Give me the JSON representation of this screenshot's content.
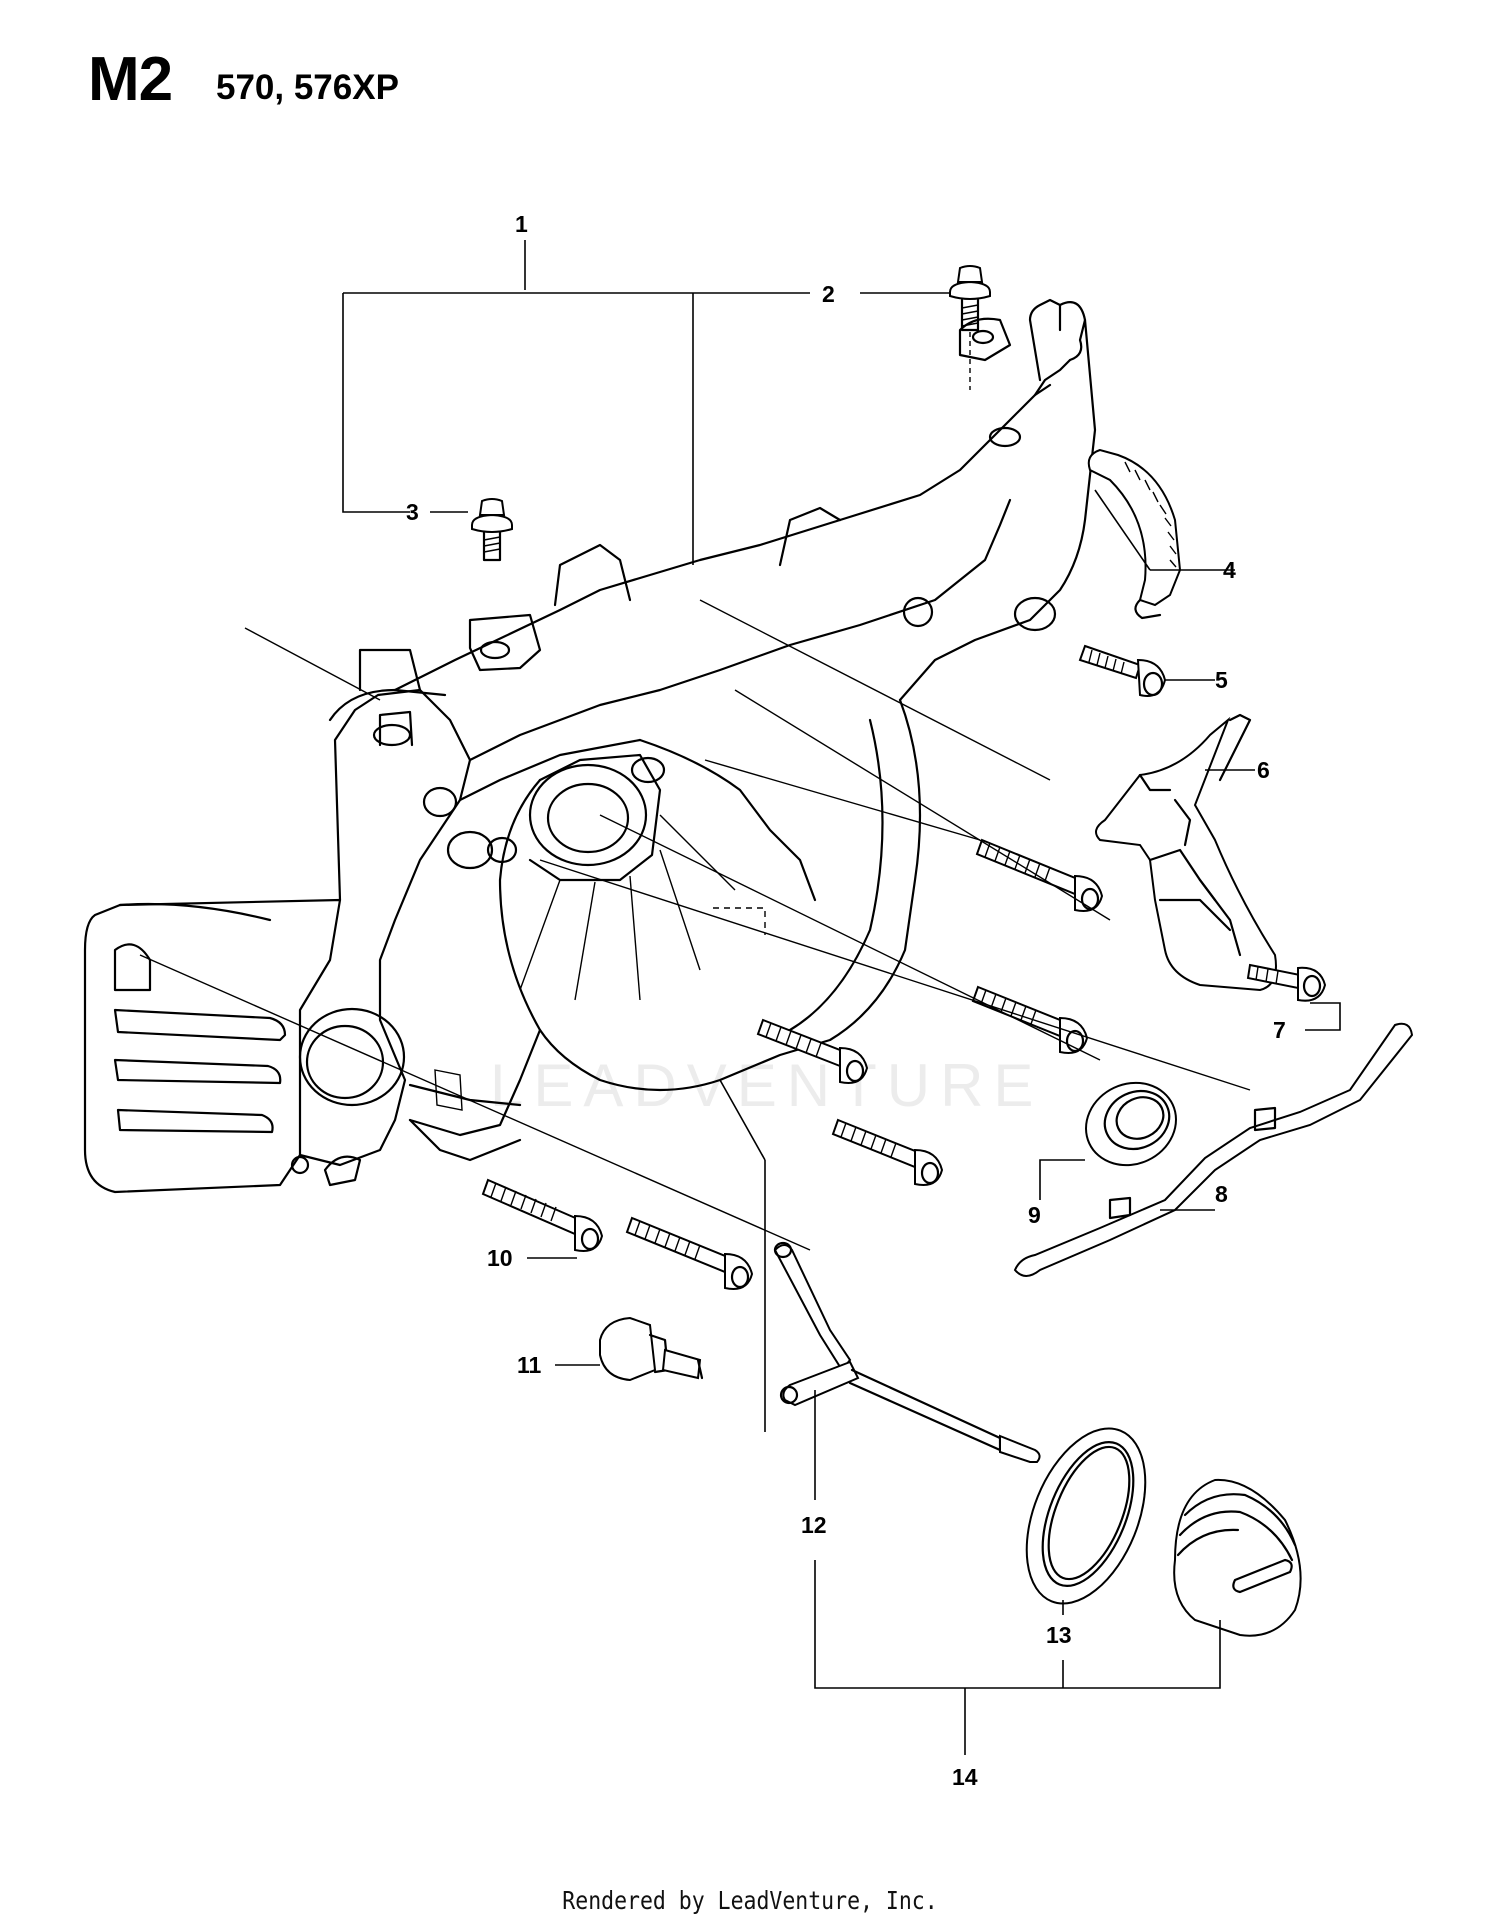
{
  "header": {
    "code": "M2",
    "models": "570, 576XP"
  },
  "callouts": [
    {
      "id": "1",
      "label": "1"
    },
    {
      "id": "2",
      "label": "2"
    },
    {
      "id": "3",
      "label": "3"
    },
    {
      "id": "4",
      "label": "4"
    },
    {
      "id": "5",
      "label": "5"
    },
    {
      "id": "6",
      "label": "6"
    },
    {
      "id": "7",
      "label": "7"
    },
    {
      "id": "8",
      "label": "8"
    },
    {
      "id": "9",
      "label": "9"
    },
    {
      "id": "10",
      "label": "10"
    },
    {
      "id": "11",
      "label": "11"
    },
    {
      "id": "12",
      "label": "12"
    },
    {
      "id": "13",
      "label": "13"
    },
    {
      "id": "14",
      "label": "14"
    }
  ],
  "watermark": "LEADVENTURE",
  "footer": "Rendered by LeadVenture, Inc."
}
